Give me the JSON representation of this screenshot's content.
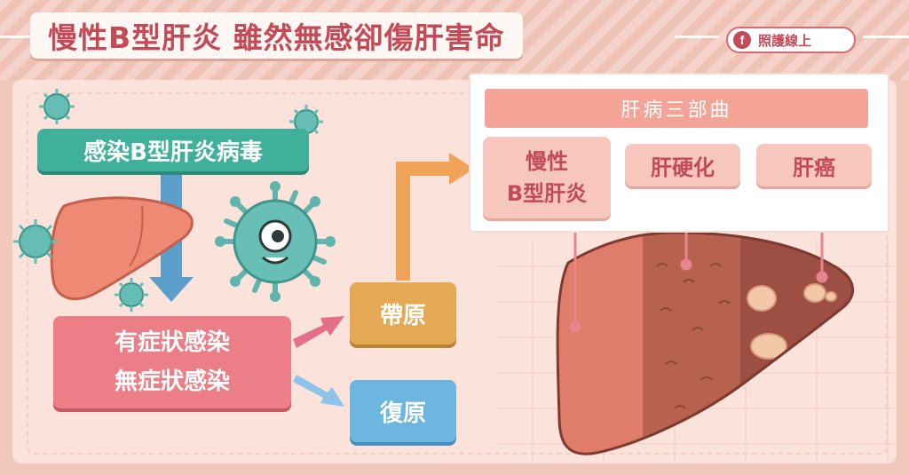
{
  "title": "慢性B型肝炎 雖然無感卻傷肝害命",
  "badge": {
    "icon": "f",
    "label": "照護線上"
  },
  "flow": {
    "infection": "感染B型肝炎病毒",
    "symptom_lines": [
      "有症狀感染",
      "無症狀感染"
    ],
    "carrier": "帶原",
    "recovery": "復原"
  },
  "stages": {
    "title": "肝病三部曲",
    "items": [
      {
        "lines": [
          "慢性",
          "B型肝炎"
        ]
      },
      {
        "lines": [
          "肝硬化"
        ]
      },
      {
        "lines": [
          "肝癌"
        ]
      }
    ]
  },
  "colors": {
    "title_red": "#c34a56",
    "infection_green": "#3fb19b",
    "symptom_pink": "#ec7e87",
    "carrier_orange": "#e4a954",
    "recovery_blue": "#6cb6e0",
    "stage_bg": "#f7c6bd",
    "liver": "#e07d6a"
  }
}
